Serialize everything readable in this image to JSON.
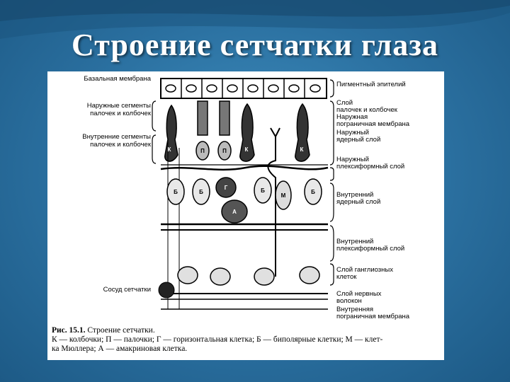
{
  "slide": {
    "title": "Строение сетчатки глаза",
    "colors": {
      "background": "#2a6f9f",
      "title": "#ffffff",
      "panel": "#ffffff"
    }
  },
  "figure": {
    "left_labels": {
      "basal_membrane": "Базальная мембрана",
      "outer_segments_1": "Наружные сегменты",
      "outer_segments_2": "палочек и колбочек",
      "inner_segments_1": "Внутренние сегменты",
      "inner_segments_2": "палочек и колбочек",
      "vessel": "Сосуд сетчатки"
    },
    "right_labels": {
      "pigment_epithelium": "Пигментный эпителий",
      "rods_cones_1": "Слой",
      "rods_cones_2": "палочек и колбочек",
      "outer_limiting_1": "Наружная",
      "outer_limiting_2": "пограничная мембрана",
      "outer_nuclear_1": "Наружный",
      "outer_nuclear_2": "ядерный слой",
      "outer_plexiform_1": "Наружный",
      "outer_plexiform_2": "плексиформный слой",
      "inner_nuclear_1": "Внутренний",
      "inner_nuclear_2": "ядерный слой",
      "inner_plexiform_1": "Внутренний",
      "inner_plexiform_2": "плексиформный слой",
      "ganglion_1": "Слой ганглиозных",
      "ganglion_2": "клеток",
      "nerve_fibers_1": "Слой нервных",
      "nerve_fibers_2": "волокон",
      "inner_limiting_1": "Внутренняя",
      "inner_limiting_2": "пограничная мембрана"
    },
    "cell_letters": {
      "cone": "К",
      "rod": "П",
      "horizontal": "Г",
      "bipolar": "Б",
      "muller": "М",
      "amacrine": "А"
    },
    "caption": {
      "number": "Рис. 15.1.",
      "title": "Строение сетчатки.",
      "line2": "К — колбочки; П — палочки; Г — горизонтальная клетка; Б — биполярные клетки; М — клет-",
      "line3": "ка Мюллера; А — амакриновая клетка."
    }
  }
}
